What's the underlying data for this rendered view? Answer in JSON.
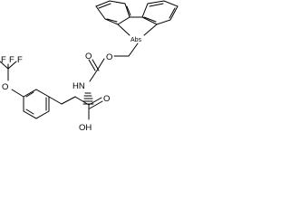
{
  "molecule": {
    "atoms": {
      "trifluoro_f1": "F",
      "trifluoro_f2": "F",
      "trifluoro_f3": "F",
      "ether_oxygen": "O",
      "carbamate_oxygen": "O",
      "carbamate_carbonyl_oxygen": "O",
      "acid_carbonyl_oxygen": "O",
      "amide_nh": "HN",
      "acid_oh": "OH",
      "fluorenyl_abs_label": "Abs"
    }
  }
}
